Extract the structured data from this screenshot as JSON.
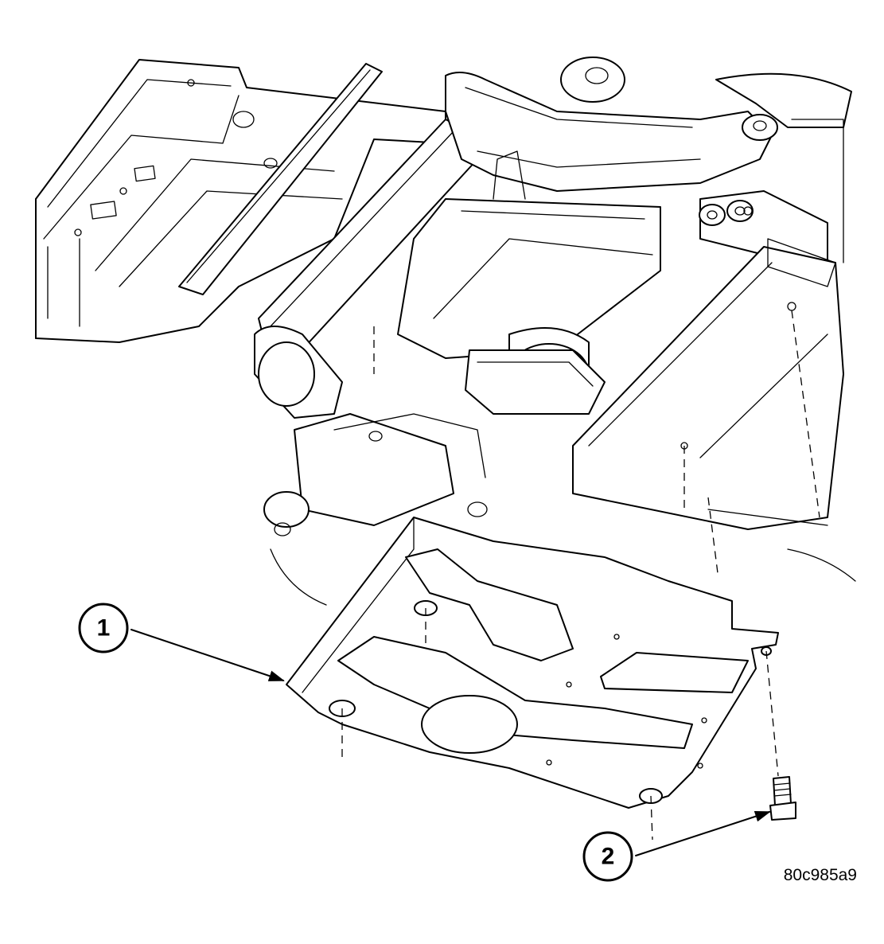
{
  "callouts": [
    {
      "number": "1"
    },
    {
      "number": "2"
    }
  ],
  "reference_id": "80c985a9",
  "icons": {
    "drawing": "vehicle-underbody-skid-plate-illustration",
    "arrow": "leader-arrow"
  }
}
